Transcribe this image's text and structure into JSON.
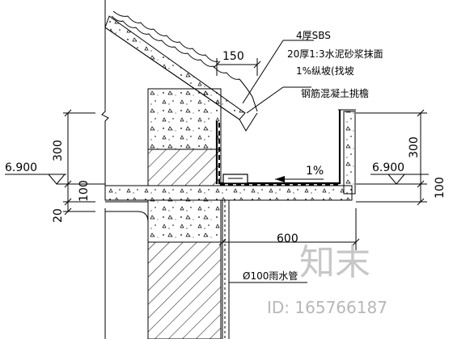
{
  "drawing": {
    "notes": {
      "sbs": "4厚SBS",
      "mortar": "20厚1:3水泥砂浆抹面",
      "slope": "1%纵坡(找坡",
      "eave": "钢筋混凝土挑檐"
    },
    "dimensions": {
      "eave_projection_top": "150",
      "left_height_upper": "300",
      "left_height_lower": "100",
      "left_height_base": "20",
      "right_height_upper": "300",
      "right_height_lower": "100",
      "slope_mark": "1%",
      "projection_bottom": "600"
    },
    "elevations": {
      "left": "6.900",
      "right": "6.900"
    },
    "downpipe_label": "Ø100雨水管"
  },
  "watermark": {
    "logo_text": "知末",
    "id_label": "ID: 165766187"
  }
}
